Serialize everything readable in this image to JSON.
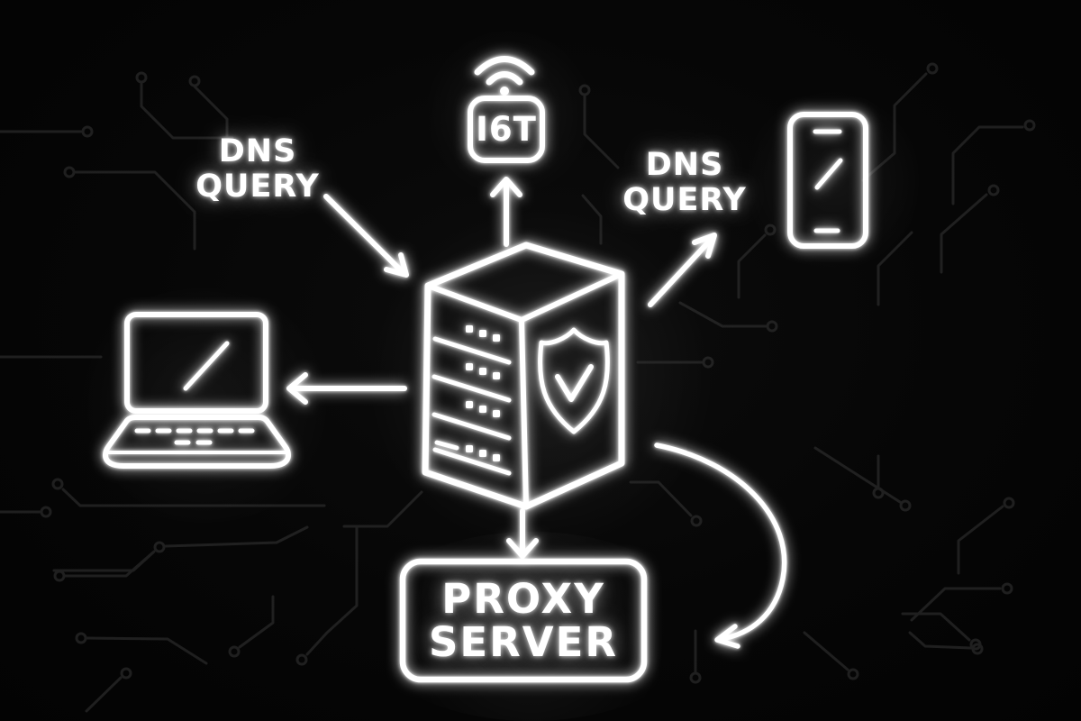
{
  "scene": {
    "background_color": "#060606",
    "neon_color": "#ffffff",
    "trace_color": "#3a3a3a"
  },
  "labels": {
    "dns_query_left": {
      "line1": "DNS",
      "line2": "QUERY"
    },
    "dns_query_right": {
      "line1": "DNS",
      "line2": "QUERY"
    },
    "iot_device": {
      "label": "I6T"
    },
    "proxy_server": {
      "line1": "PROXY",
      "line2": "SERVER"
    }
  },
  "nodes": [
    {
      "id": "iot-device",
      "icon": "wifi-device-icon",
      "label": "I6T"
    },
    {
      "id": "dns-server",
      "icon": "server-shield-check-icon"
    },
    {
      "id": "laptop",
      "icon": "laptop-icon"
    },
    {
      "id": "smartphone",
      "icon": "smartphone-icon"
    },
    {
      "id": "proxy-server",
      "icon": "rounded-box",
      "label": "PROXY SERVER"
    }
  ],
  "edges": [
    {
      "from": "upper-left",
      "to": "dns-server",
      "label": "DNS QUERY",
      "style": "diagonal-arrow-down-right"
    },
    {
      "from": "dns-server",
      "to": "smartphone",
      "label": "DNS QUERY",
      "style": "diagonal-arrow-up-right"
    },
    {
      "from": "dns-server",
      "to": "iot-device",
      "style": "straight-arrow-up"
    },
    {
      "from": "dns-server",
      "to": "laptop",
      "style": "straight-arrow-left"
    },
    {
      "from": "dns-server",
      "to": "proxy-server",
      "style": "straight-arrow-down"
    },
    {
      "from": "dns-server",
      "to": "proxy-server",
      "style": "curved-arrow-right"
    }
  ]
}
